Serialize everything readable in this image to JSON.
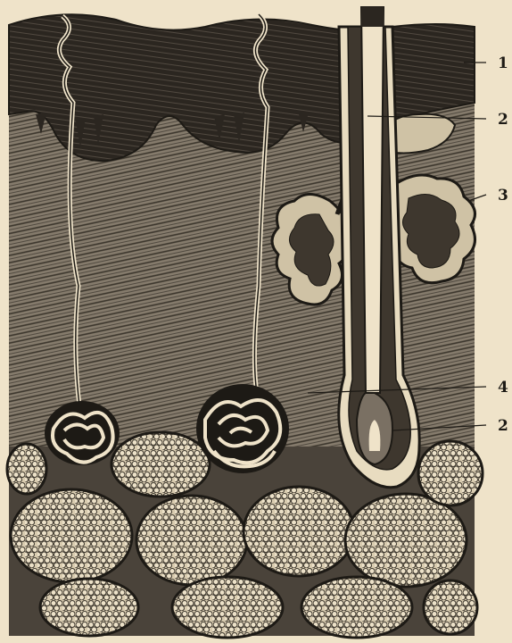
{
  "figure": {
    "colors": {
      "paper": "#efe3c9",
      "ink": "#1d1a15",
      "epidermis": "#2b2620",
      "dermis": "#6f675c",
      "fat_cell_fill": "#d9ccb0",
      "gland_fill": "#cfc2a5"
    },
    "callouts": [
      {
        "id": "epidermis",
        "number": "1"
      },
      {
        "id": "hair-shaft",
        "number": "2"
      },
      {
        "id": "sebaceous-gland",
        "number": "3"
      },
      {
        "id": "sweat-duct",
        "number": "4"
      },
      {
        "id": "hair-follicle",
        "number": "2"
      }
    ]
  }
}
